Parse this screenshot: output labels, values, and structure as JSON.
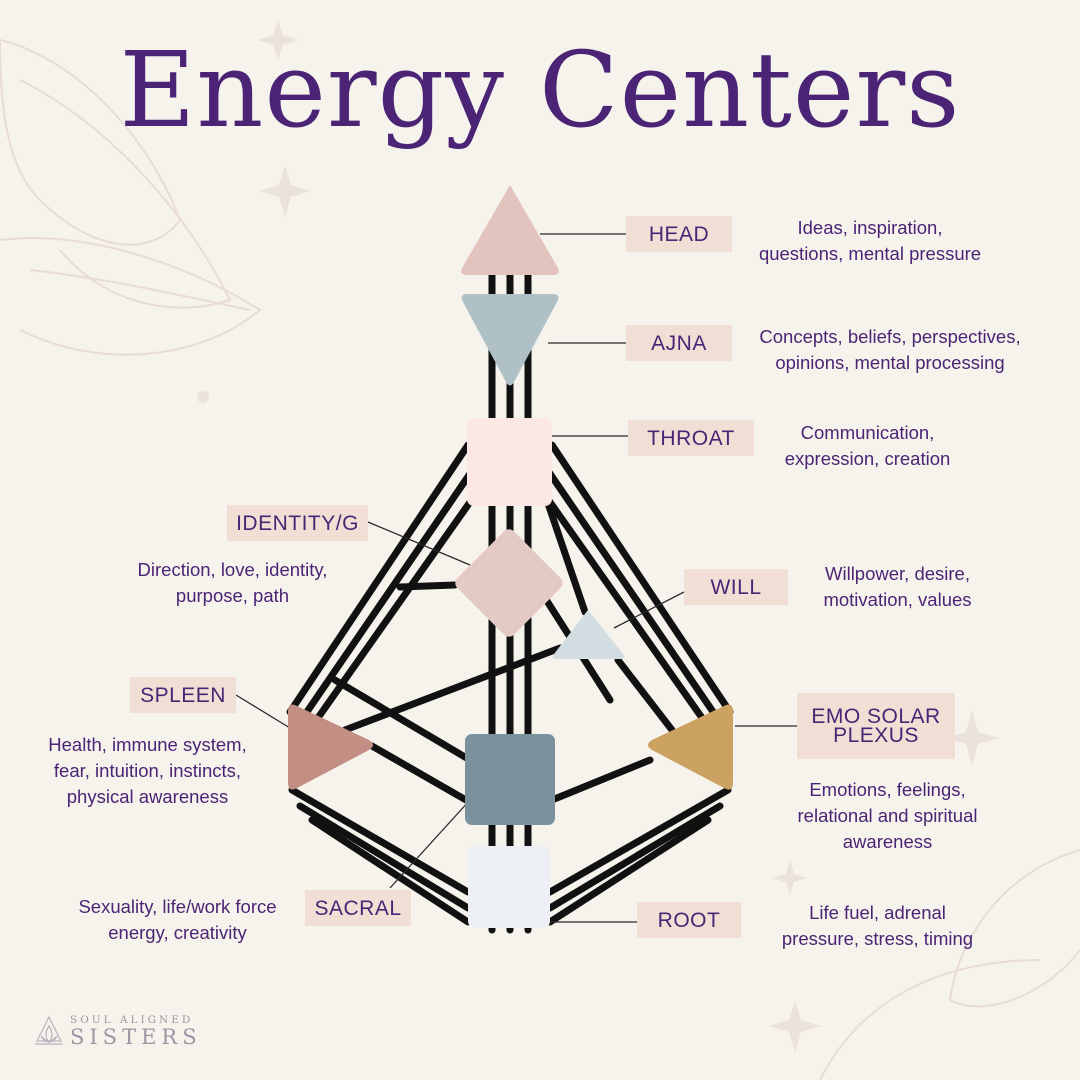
{
  "title": "Energy Centers",
  "centers": {
    "head": {
      "label": "HEAD",
      "description": "Ideas, inspiration,\nquestions, mental pressure",
      "color": "#e3c3bd"
    },
    "ajna": {
      "label": "AJNA",
      "description": "Concepts, beliefs, perspectives,\nopinions, mental processing",
      "color": "#afc0c6"
    },
    "throat": {
      "label": "THROAT",
      "description": "Communication,\nexpression, creation",
      "color": "#fbe7e3"
    },
    "identity": {
      "label": "IDENTITY/G",
      "description": "Direction, love, identity,\npurpose, path",
      "color": "#e4cac5"
    },
    "will": {
      "label": "WILL",
      "description": "Willpower, desire,\nmotivation, values",
      "color": "#d2dde1"
    },
    "spleen": {
      "label": "SPLEEN",
      "description": "Health, immune system,\nfear, intuition, instincts,\nphysical awareness",
      "color": "#c38e84"
    },
    "solar": {
      "label": "EMO SOLAR\nPLEXUS",
      "description": "Emotions, feelings,\nrelational and spiritual\nawareness",
      "color": "#cca263"
    },
    "sacral": {
      "label": "SACRAL",
      "description": "Sexuality, life/work force\nenergy, creativity",
      "color": "#7b919d"
    },
    "root": {
      "label": "ROOT",
      "description": "Life fuel, adrenal\npressure, stress, timing",
      "color": "#eceff4"
    }
  },
  "brand": {
    "top": "SOUL ALIGNED",
    "bottom": "SISTERS"
  },
  "colors": {
    "title": "#4b2475",
    "label_bg": "#f1dfd6",
    "channel": "#111111",
    "background": "#f6f3ec"
  }
}
